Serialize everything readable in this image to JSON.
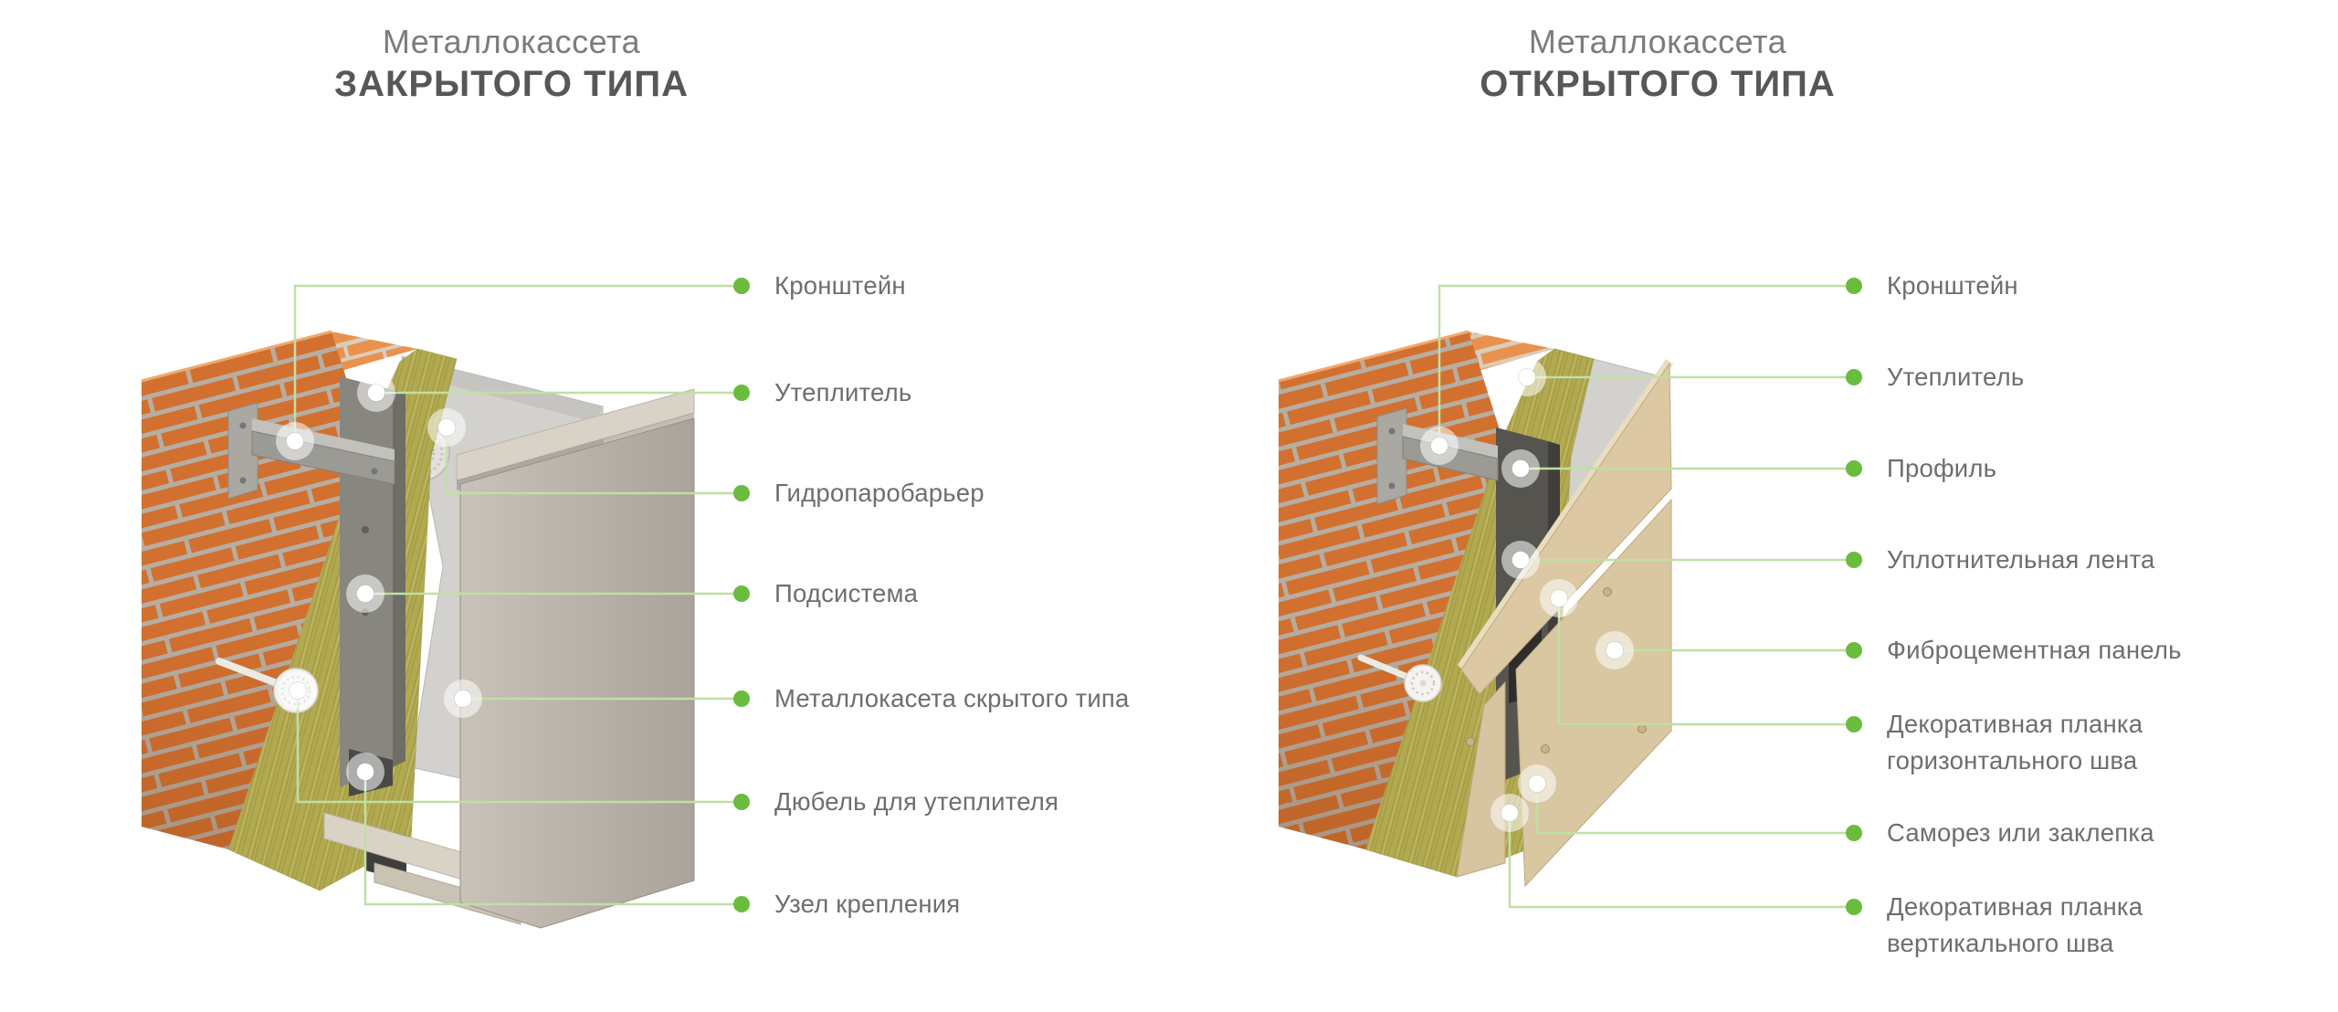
{
  "theme": {
    "accent_green": "#6abc3e",
    "leader_green": "#bfe0a3",
    "label_text": "#6d6e70",
    "title_top": "#7b7c7e",
    "title_bottom": "#565759",
    "brick_front": "#d2702f",
    "brick_top": "#e8924d",
    "mortar": "#b6aea2",
    "insulation": "#b2aa51",
    "membrane_gray": "#d3d1cd",
    "cassette_panel_gray": "#b7b0a6",
    "fiber_panel_beige": "#d9c7a2",
    "profile_dark": "#55544f"
  },
  "diagrams": [
    {
      "title_line1": "Металлокассета",
      "title_line2": "ЗАКРЫТОГО ТИПА",
      "labels": [
        "Кронштейн",
        "Утеплитель",
        "Гидропаробарьер",
        "Подсистема",
        "Металлокасета скрытого типа",
        "Дюбель для утеплителя",
        "Узел крепления"
      ]
    },
    {
      "title_line1": "Металлокассета",
      "title_line2": "ОТКРЫТОГО ТИПА",
      "labels": [
        "Кронштейн",
        "Утеплитель",
        "Профиль",
        "Уплотнительная лента",
        "Фиброцементная панель",
        "Декоративная планка горизонтального шва",
        "Саморез или заклепка",
        "Декоративная планка вертикального шва"
      ]
    }
  ]
}
